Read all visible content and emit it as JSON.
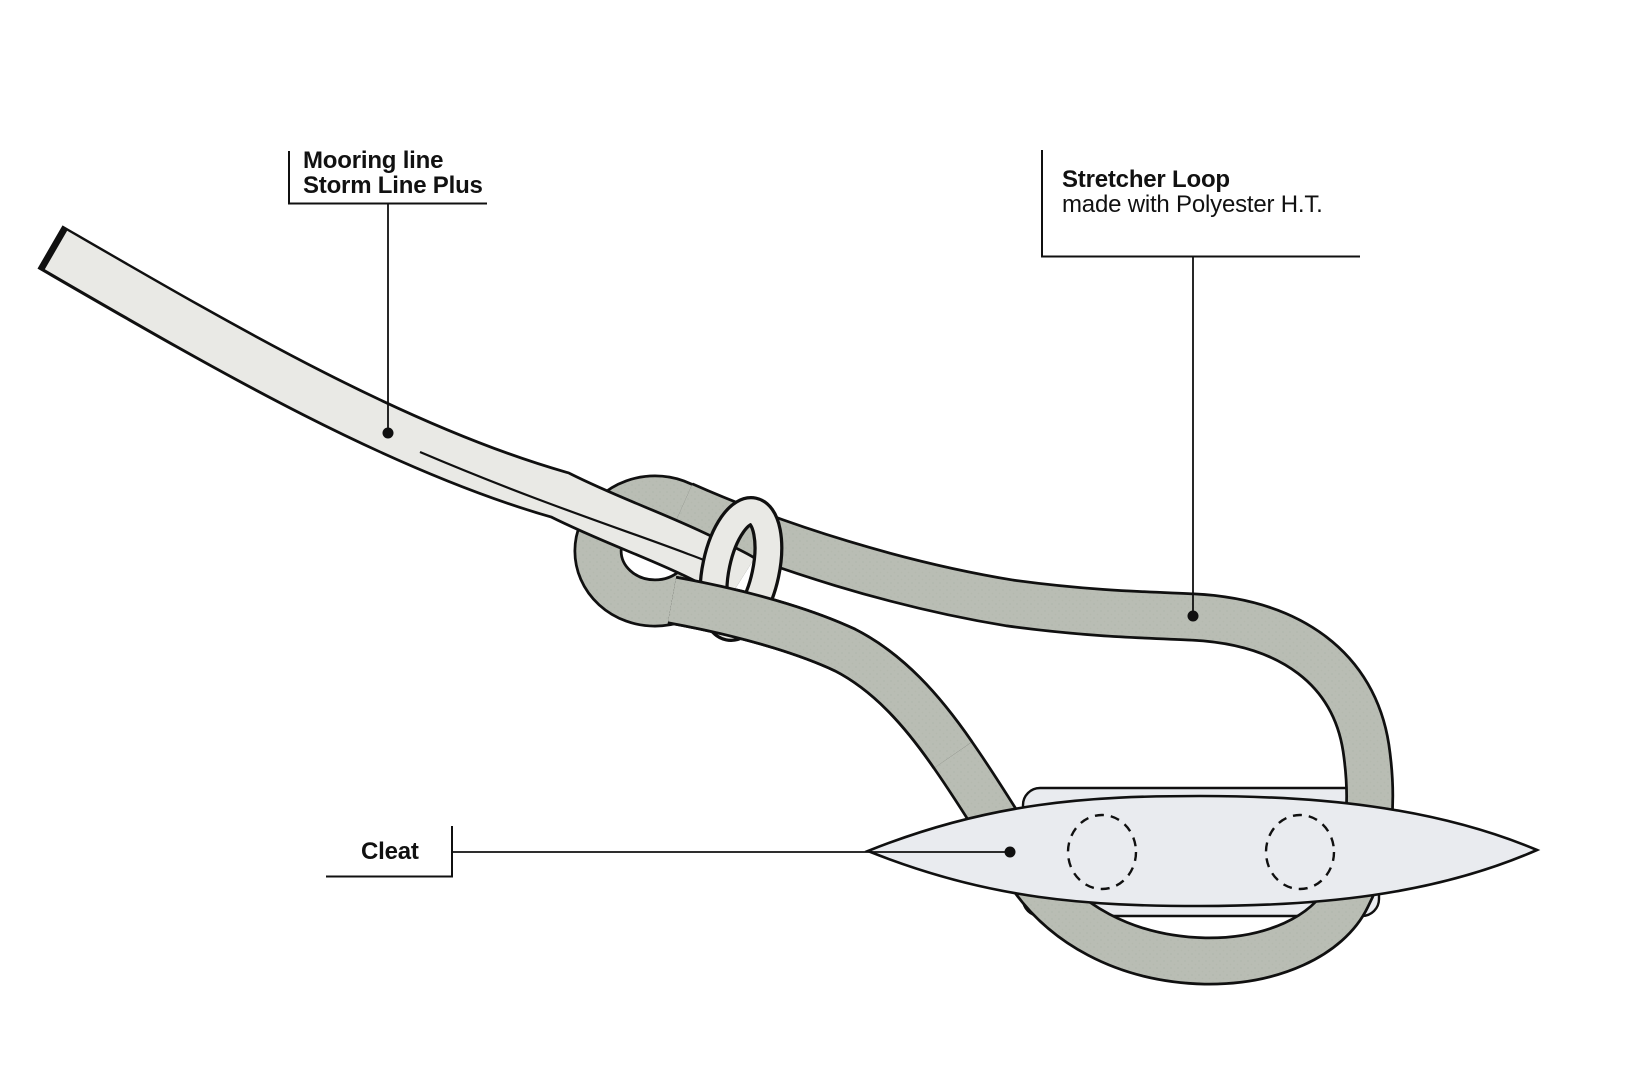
{
  "figure": {
    "type": "technical-illustration",
    "subject": "Mooring line attached to a cleat with a stretcher loop"
  },
  "labels": {
    "mooring": {
      "title": "Mooring line",
      "subtitle": "Storm Line Plus"
    },
    "stretcher": {
      "title": "Stretcher Loop",
      "subtitle": "made with Polyester H.T."
    },
    "cleat": {
      "title": "Cleat"
    }
  },
  "colors": {
    "background": "#ffffff",
    "outline": "#101010",
    "rope_light": "#e9e9e5",
    "rope_dark": "#b9bdb4",
    "rope_dark_dot": "#aab0a5",
    "cleat_fill": "#e9ebef",
    "label_text": "#111111"
  }
}
